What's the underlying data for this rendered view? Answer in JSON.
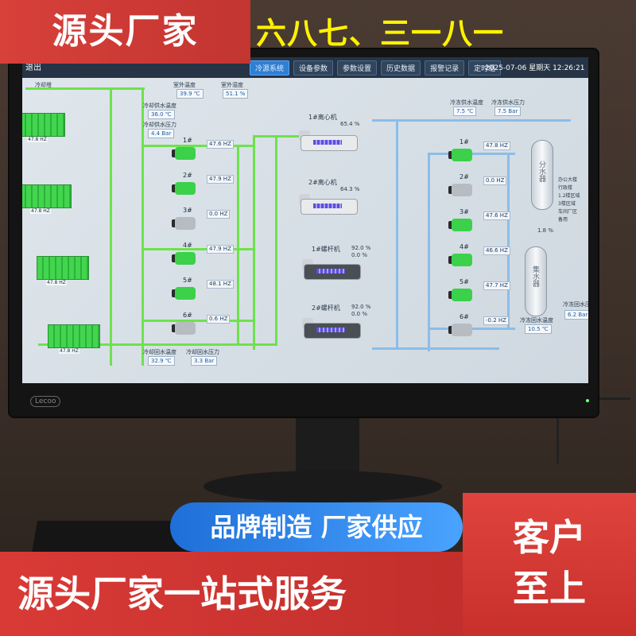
{
  "overlay": {
    "top_left": "源头厂家",
    "slogan": "六八七、三一八一",
    "middle_pill": "品牌制造  厂家供应",
    "bottom_left": "源头厂家一站式服务",
    "right_line1": "客户",
    "right_line2": "至上"
  },
  "monitor": {
    "bezel_logo": "Lecoo"
  },
  "hmi": {
    "back": "退出",
    "tower_title": "冷却塔",
    "nav": [
      "冷源系统",
      "设备参数",
      "参数设置",
      "历史数据",
      "报警记录",
      "定时组"
    ],
    "date": "2025-07-06",
    "weekday": "星期天",
    "time": "12:26:21",
    "outdoor_temp_label": "室外温度",
    "outdoor_temp": "39.9 ℃",
    "outdoor_hum_label": "室外湿度",
    "outdoor_hum": "51.1 %",
    "cw_supply_temp_label": "冷却供水温度",
    "cw_supply_temp": "36.0 ℃",
    "cw_supply_press_label": "冷却供水压力",
    "cw_supply_press": "4.4 Bar",
    "cw_return_temp_label": "冷却回水温度",
    "cw_return_temp": "32.9 ℃",
    "cw_return_press_label": "冷却回水压力",
    "cw_return_press": "3.3 Bar",
    "chw_supply_temp_label": "冷冻供水温度",
    "chw_supply_temp": "7.5 ℃",
    "chw_supply_press_label": "冷冻供水压力",
    "chw_supply_press": "7.5 Bar",
    "chw_return_temp_label": "冷冻回水温度",
    "chw_return_temp": "10.5 ℃",
    "chw_return_press_label": "冷冻回水压力",
    "chw_return_press": "6.2 Bar",
    "towers_hz": [
      "47.8 HZ",
      "47.8 HZ",
      "47.8 HZ",
      "47.8 HZ"
    ],
    "cw_pumps": [
      {
        "num": "1#",
        "hz": "47.6 HZ",
        "on": true
      },
      {
        "num": "2#",
        "hz": "47.9 HZ",
        "on": true
      },
      {
        "num": "3#",
        "hz": "0.0 HZ",
        "on": false
      },
      {
        "num": "4#",
        "hz": "47.9 HZ",
        "on": true
      },
      {
        "num": "5#",
        "hz": "48.1 HZ",
        "on": true
      },
      {
        "num": "6#",
        "hz": "0.6 HZ",
        "on": false
      }
    ],
    "chillers": [
      {
        "name": "1#离心机",
        "pct": "65.4 %"
      },
      {
        "name": "2#离心机",
        "pct": "64.3 %"
      },
      {
        "name": "1#螺杆机",
        "pct": "92.0 %",
        "pct2": "0.0 %"
      },
      {
        "name": "2#螺杆机",
        "pct": "92.0 %",
        "pct2": "0.0 %"
      }
    ],
    "chw_pumps": [
      {
        "num": "1#",
        "hz": "47.8 HZ",
        "on": true
      },
      {
        "num": "2#",
        "hz": "0.0 HZ",
        "on": false
      },
      {
        "num": "3#",
        "hz": "47.6 HZ",
        "on": true
      },
      {
        "num": "4#",
        "hz": "46.6 HZ",
        "on": true
      },
      {
        "num": "5#",
        "hz": "47.7 HZ",
        "on": true
      },
      {
        "num": "6#",
        "hz": "-0.2 HZ",
        "on": false
      }
    ],
    "tank1": "分水器",
    "tank2": "集水器",
    "tank_pct": "1.8 %",
    "legend": [
      "办公大楼",
      "行政楼",
      "1.2楼区域",
      "3楼区域",
      "车间厂区",
      "备用"
    ]
  }
}
